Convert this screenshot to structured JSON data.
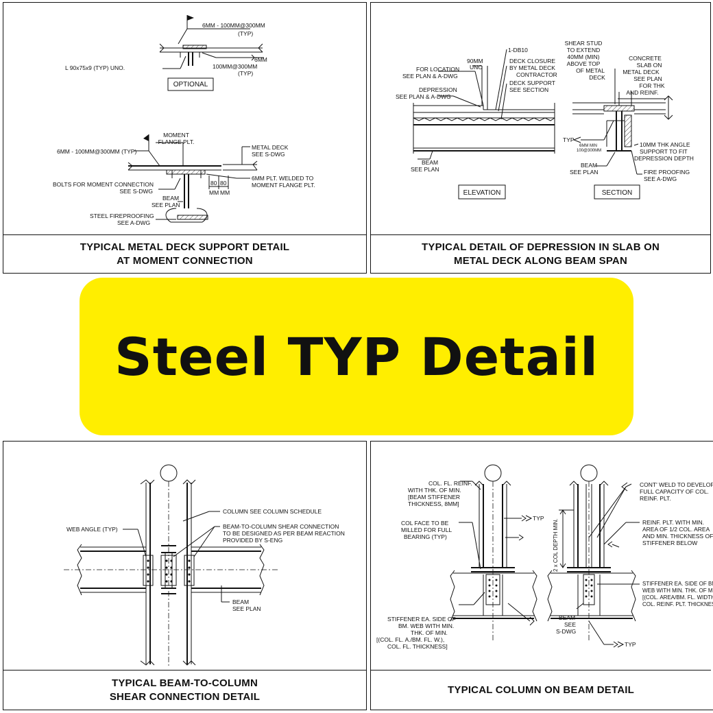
{
  "banner": {
    "title": "Steel TYP Detail",
    "color": "#ffee00"
  },
  "panels": {
    "moment": {
      "caption_line1": "TYPICAL METAL DECK SUPPORT DETAIL",
      "caption_line2": "AT MOMENT CONNECTION",
      "labels": {
        "weld_top": "6MM - 100MM@300MM",
        "typ1": "(TYP)",
        "angle": "L 90x75x9 (TYP) UNO.",
        "six_mm": "6MM",
        "weld_right": "100MM@300MM",
        "typ2": "(TYP)",
        "optional": "OPTIONAL",
        "moment_flange_1": "MOMENT",
        "moment_flange_2": "FLANGE PLT.",
        "weld_left": "6MM - 100MM@300MM (TYP)",
        "metal_deck_1": "METAL DECK",
        "metal_deck_2": "SEE S-DWG",
        "bolts_1": "BOLTS FOR MOMENT CONNECTION",
        "bolts_2": "SEE S-DWG",
        "plt_welded_1": "6MM PLT. WELDED TO",
        "plt_welded_2": "MOMENT FLANGE PLT.",
        "dim_80a": "80",
        "dim_80b": "80",
        "dim_mm_a": "MM",
        "dim_mm_b": "MM",
        "beam_1": "BEAM",
        "beam_2": "SEE PLAN",
        "fire_1": "STEEL FIREPROOFING",
        "fire_2": "SEE A-DWG"
      }
    },
    "depression": {
      "caption_line1": "TYPICAL DETAIL OF DEPRESSION IN SLAB ON",
      "caption_line2": "METAL DECK ALONG BEAM SPAN",
      "labels": {
        "db10": "1-DB10",
        "dim90": "90MM",
        "uno": "UNO",
        "for_location_1": "FOR LOCATION",
        "for_location_2": "SEE PLAN & A-DWG",
        "closure_1": "DECK CLOSURE",
        "closure_2": "BY METAL DECK",
        "closure_3": "CONTRACTOR",
        "support_1": "DECK SUPPORT",
        "support_2": "SEE SECTION",
        "depression_1": "DEPRESSION",
        "depression_2": "SEE PLAN & A-DWG",
        "beam_1": "BEAM",
        "beam_2": "SEE PLAN",
        "elevation": "ELEVATION",
        "stud_1": "SHEAR STUD",
        "stud_2": "TO EXTEND",
        "stud_3": "40MM (MIN)",
        "stud_4": "ABOVE TOP",
        "stud_5": "OF METAL",
        "stud_6": "DECK",
        "concrete_1": "CONCRETE",
        "concrete_2": "SLAB ON",
        "concrete_3": "METAL DECK",
        "concrete_4": "SEE PLAN",
        "concrete_5": "FOR THK",
        "concrete_6": "AND REINF.",
        "typ": "TYP",
        "weld_a": "6MM MIN",
        "weld_b": "100@300MM",
        "angle_1": "10MM THK ANGLE",
        "angle_2": "SUPPORT TO FIT",
        "angle_3": "DEPRESSION DEPTH",
        "sbeam_1": "BEAM",
        "sbeam_2": "SEE PLAN",
        "fp_1": "FIRE PROOFING",
        "fp_2": "SEE A-DWG",
        "section": "SECTION"
      }
    },
    "shear": {
      "caption_line1": "TYPICAL BEAM-TO-COLUMN",
      "caption_line2": "SHEAR CONNECTION DETAIL",
      "labels": {
        "col_sched": "COLUMN SEE COLUMN SCHEDULE",
        "web_angle": "WEB ANGLE (TYP)",
        "b2c_1": "BEAM-TO-COLUMN SHEAR CONNECTION",
        "b2c_2": "TO BE DESIGNED AS PER BEAM REACTION",
        "b2c_3": "PROVIDED BY S-ENG",
        "beam_1": "BEAM",
        "beam_2": "SEE PLAN"
      }
    },
    "column": {
      "caption_line1": "TYPICAL COLUMN ON BEAM DETAIL",
      "labels": {
        "cfr_1": "COL. FL. REINF.",
        "cfr_2": "WITH THK. OF MIN.",
        "cfr_3": "[BEAM STIFFENER",
        "cfr_4": "THICKNESS, 8MM]",
        "typ_a": "TYP",
        "face_1": "COL FACE TO BE",
        "face_2": "MILLED FOR FULL",
        "face_3": "BEARING (TYP)",
        "depth": "2 x COL DEPTH MIN.",
        "cont_1": "CONT' WELD TO DEVELOP",
        "cont_2": "FULL CAPACITY OF COL.",
        "cont_3": "REINF. PLT.",
        "reinf_1": "REINF. PLT. WITH MIN.",
        "reinf_2": "AREA OF 1/2 COL. AREA",
        "reinf_3": "AND MIN. THICKNESS OF",
        "reinf_4": "STIFFENER BELOW",
        "stiff_r_1": "STIFFENER EA. SIDE OF BM.",
        "stiff_r_2": "WEB WITH MIN. THK. OF MIN.",
        "stiff_r_3": "[(COL. AREA/BM. FL. WIDTH,",
        "stiff_r_4": "COL. REINF. PLT. THICKNESS]",
        "beam_1": "BEAM",
        "beam_2": "SEE",
        "beam_3": "S-DWG",
        "stiff_l_1": "STIFFENER EA. SIDE OF",
        "stiff_l_2": "BM. WEB WITH MIN.",
        "stiff_l_3": "THK. OF MIN.",
        "stiff_l_4": "[(COL. FL. A./BM. FL. W.),",
        "stiff_l_5": "COL. FL. THICKNESS]",
        "typ_b": "TYP"
      }
    }
  }
}
